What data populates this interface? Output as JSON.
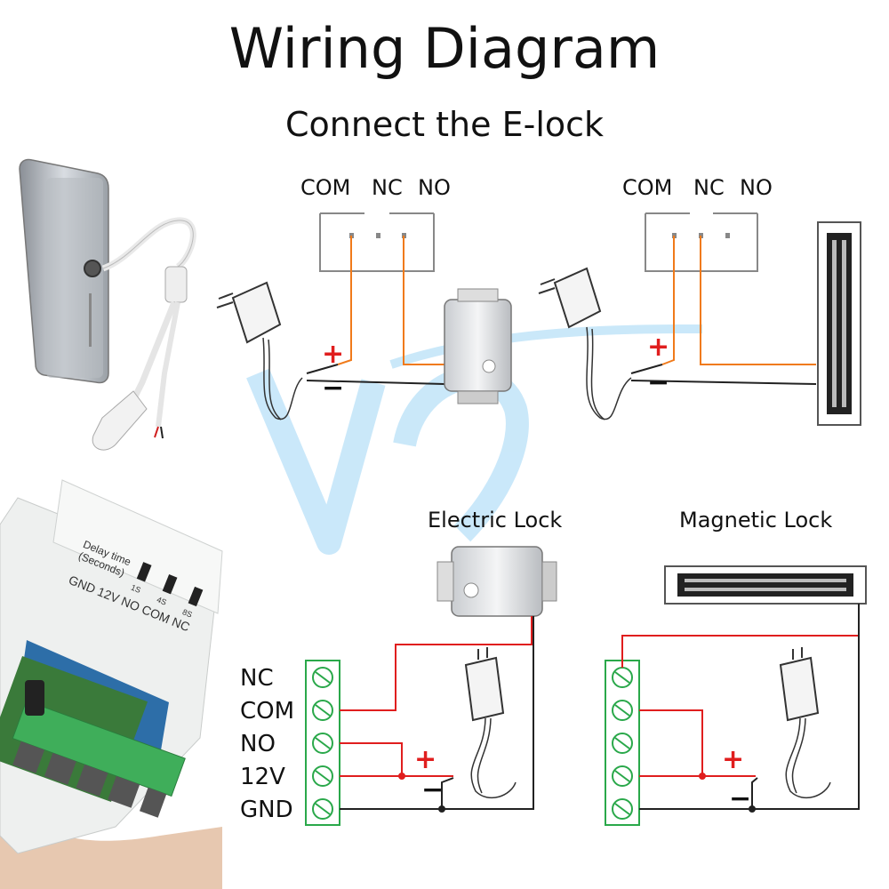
{
  "title": "Wiring Diagram",
  "subtitle": "Connect the E-lock",
  "relay_terminals": [
    "COM",
    "NC",
    "NO"
  ],
  "lock_labels": {
    "electric": "Electric Lock",
    "magnetic": "Magnetic Lock"
  },
  "board_terminals": [
    "NC",
    "COM",
    "NO",
    "12V",
    "GND"
  ],
  "polarity": {
    "plus": "+",
    "minus": "−"
  },
  "module_label": {
    "delay": "Delay time",
    "seconds": "(Seconds)",
    "values": [
      "1S",
      "4S",
      "8S"
    ],
    "pins": "GND 12V  NO COM NC"
  },
  "colors": {
    "orange_wire": "#f07a1a",
    "red_wire": "#e01e1e",
    "terminal_green": "#2aa84a",
    "watermark": "#9fd6f5"
  }
}
